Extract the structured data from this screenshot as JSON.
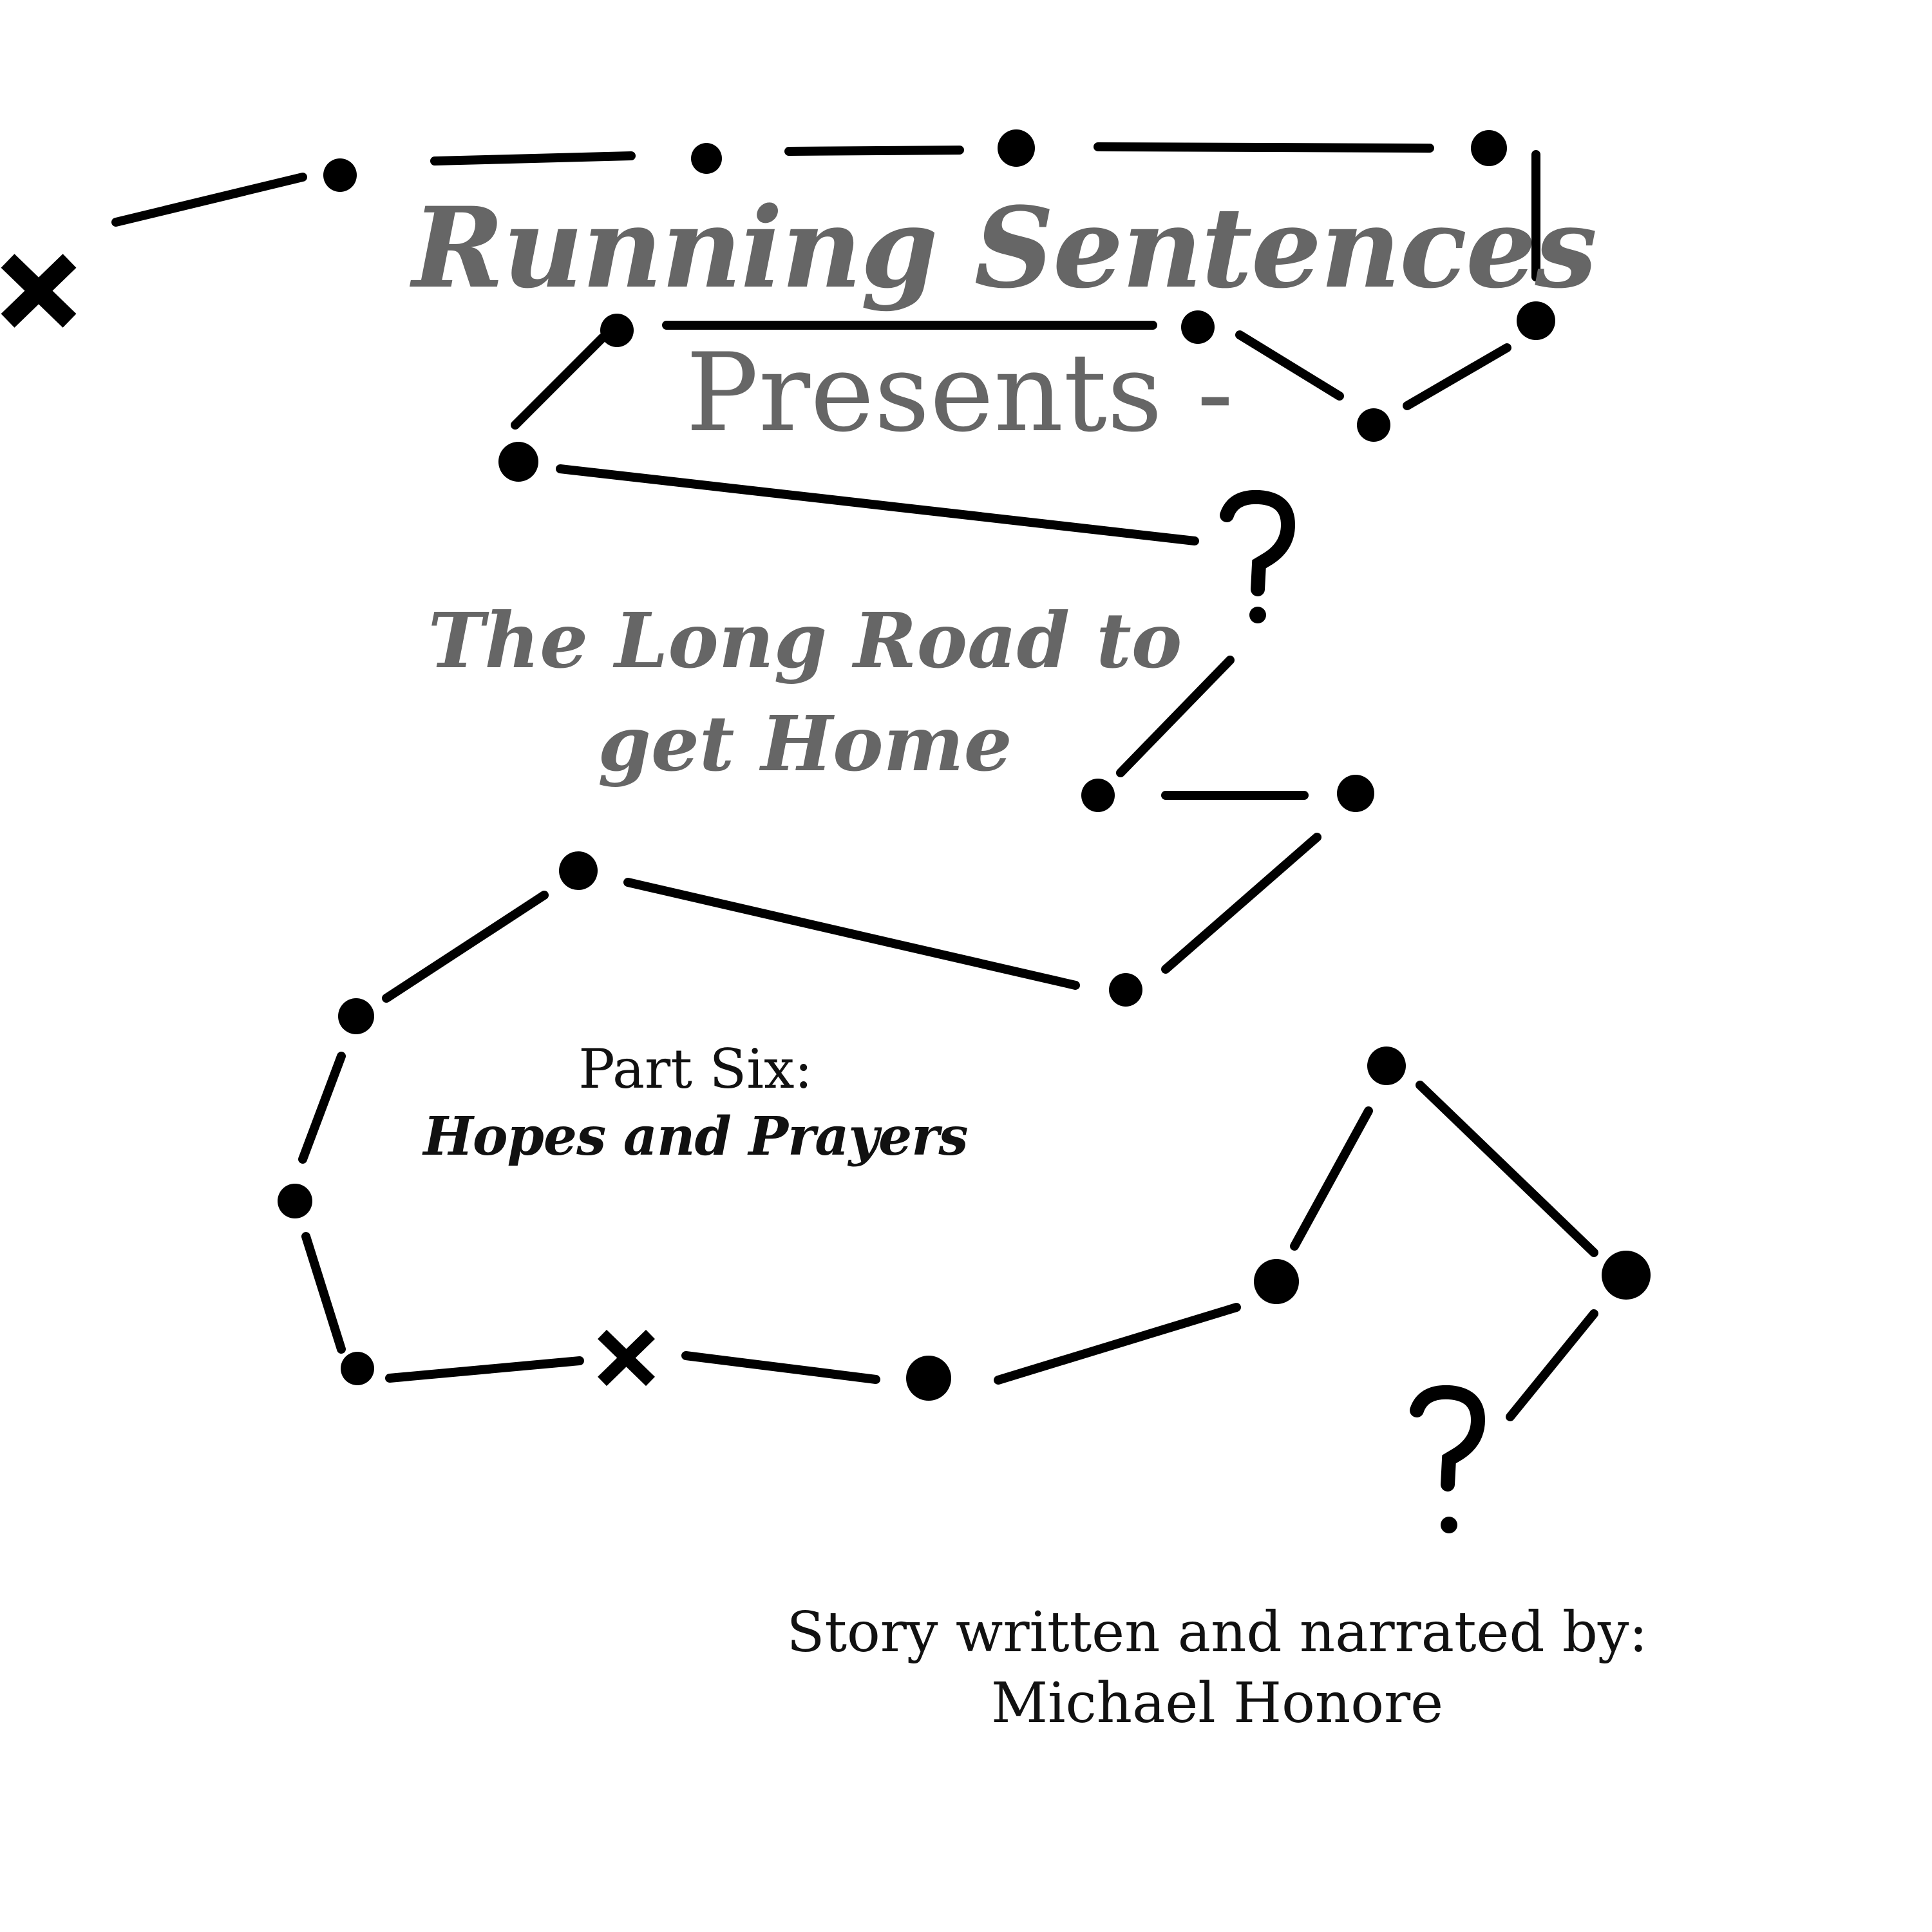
{
  "cover": {
    "show_title": "Running Sentences",
    "presents": "Presents -",
    "episode_title": "The Long Road to get Home",
    "part_number": "Part Six:",
    "part_subtitle": "Hopes and Prayers",
    "credit_label": "Story written and narrated by:",
    "credit_name": "Michael Honore"
  },
  "colors": {
    "heading_grey": "#666666",
    "ink": "#111111",
    "background": "#ffffff"
  },
  "icons": [
    "x-mark-icon",
    "dot-icon",
    "question-mark-icon"
  ]
}
